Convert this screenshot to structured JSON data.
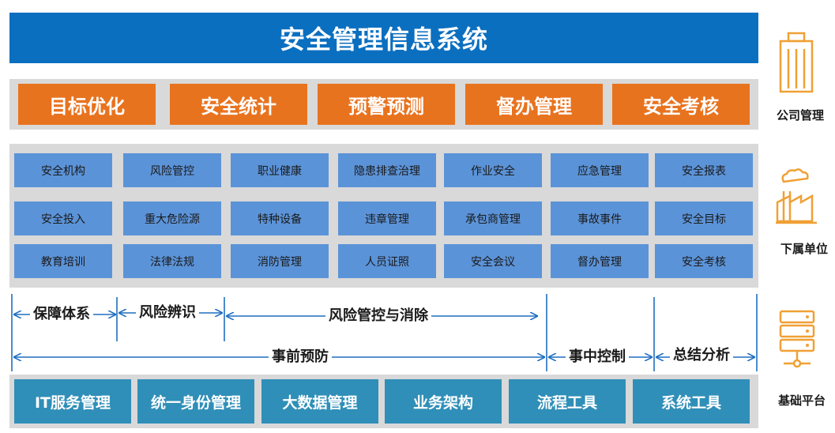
{
  "title": "安全管理信息系统",
  "modules": [
    "目标优化",
    "安全统计",
    "预警预测",
    "督办管理",
    "安全考核"
  ],
  "functions": [
    [
      "安全机构",
      "风险管控",
      "职业健康",
      "隐患排查治理",
      "作业安全",
      "应急管理",
      "安全报表"
    ],
    [
      "安全投入",
      "重大危险源",
      "特种设备",
      "违章管理",
      "承包商管理",
      "事故事件",
      "安全目标"
    ],
    [
      "教育培训",
      "法律法规",
      "消防管理",
      "人员证照",
      "安全会议",
      "督办管理",
      "安全考核"
    ]
  ],
  "flow": {
    "baozhang": "保障体系",
    "fengxian_bianshi": "风险辨识",
    "fengxian_guankong": "风险管控与消除",
    "shiqian": "事前预防",
    "shizhong": "事中控制",
    "zongjie": "总结分析"
  },
  "platforms": [
    "IT服务管理",
    "统一身份管理",
    "大数据管理",
    "业务架构",
    "流程工具",
    "系统工具"
  ],
  "side": {
    "company": "公司管理",
    "subunit": "下属单位",
    "base": "基础平台"
  },
  "colors": {
    "title": "#0b6fc0",
    "module": "#e8731f",
    "function": "#5b93d8",
    "platform": "#2f8fb8",
    "arrow": "#1f6fc0",
    "icon": "#f0a035"
  }
}
